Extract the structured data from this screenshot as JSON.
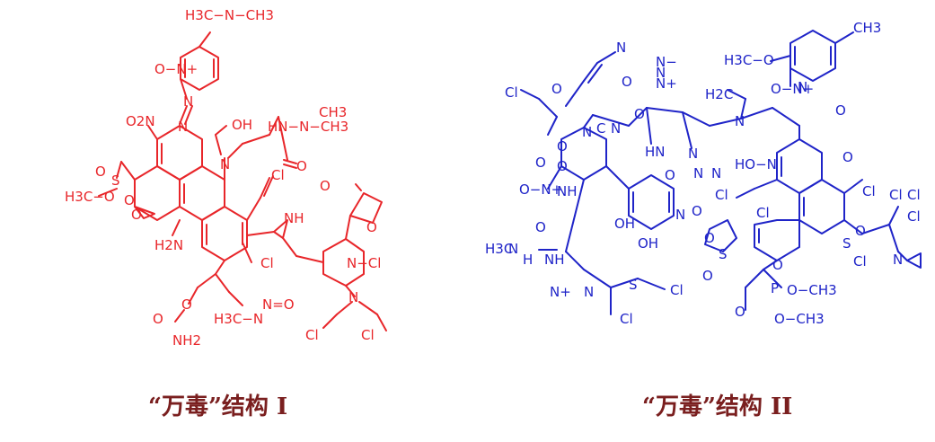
{
  "captions": {
    "left": "“万毒”结构 I",
    "right": "“万毒”结构 II"
  },
  "colors": {
    "left_structure": "#e8262a",
    "right_structure": "#1f24c8",
    "caption": "#7a1f1f"
  },
  "left_labels": [
    "H3C−N−CH3",
    "O−N+",
    "N",
    "N",
    "O2N",
    "OH",
    "N",
    "HN−N−CH3",
    "CH3",
    "O",
    "S",
    "O",
    "O",
    "H3C−O",
    "O",
    "Cl",
    "NH",
    "O",
    "O",
    "H2N",
    "N−Cl",
    "Cl",
    "N",
    "O",
    "O",
    "NH2",
    "H3C−N",
    "N=O",
    "Cl",
    "Cl"
  ],
  "right_labels": [
    "CH3",
    "H3C−O",
    "N",
    "H2C",
    "O−N+",
    "N",
    "O",
    "Cl",
    "O",
    "O",
    "N+",
    "N−",
    "N",
    "O",
    "N",
    "N",
    "C",
    "N",
    "O",
    "N",
    "N",
    "Cl",
    "HN",
    "O",
    "N",
    "O",
    "HO−N",
    "Cl",
    "O",
    "Cl",
    "O−N+",
    "O",
    "NH",
    "Cl",
    "OH",
    "OH",
    "N",
    "O",
    "Cl",
    "Cl",
    "H3C",
    "N",
    "H",
    "O",
    "NH",
    "O",
    "S",
    "O",
    "S",
    "O",
    "Cl",
    "N",
    "N+",
    "S",
    "Cl",
    "O",
    "P",
    "O−CH3",
    "O−CH3",
    "Cl",
    "O",
    "N"
  ]
}
